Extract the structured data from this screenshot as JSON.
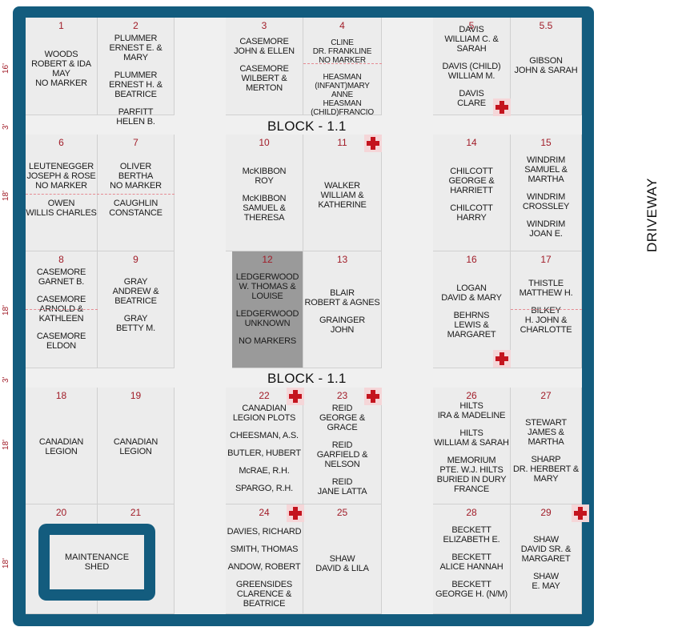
{
  "block_label": "BLOCK - 1.1",
  "driveway": "DRIVEWAY",
  "maintenance_shed": "MAINTENANCE\nSHED",
  "row_labels": {
    "r1": "16'",
    "g1": "3'",
    "r2": "18'",
    "r3": "18'",
    "g2": "3'",
    "r4": "18'",
    "r5": "18'"
  },
  "plots": {
    "p1": {
      "num": "1",
      "groups": [
        "WOODS\nROBERT & IDA MAY\nNO MARKER"
      ]
    },
    "p2": {
      "num": "2",
      "groups": [
        "PLUMMER\nERNEST E. & MARY",
        "PLUMMER\nERNEST H. &\nBEATRICE",
        "PARFITT\nHELEN B."
      ]
    },
    "p3": {
      "num": "3",
      "groups": [
        "CASEMORE\nJOHN & ELLEN",
        "CASEMORE\nWILBERT &\nMERTON"
      ]
    },
    "p4": {
      "num": "4",
      "groups": [
        "CLINE\nDR. FRANKLINE\nNO MARKER",
        "HEASMAN\n(INFANT)MARY ANNE\nHEASMAN\n(CHILD)FRANCIO"
      ]
    },
    "p5": {
      "num": "5",
      "groups": [
        "DAVIS\nWILLIAM C. &\nSARAH",
        "DAVIS (CHILD)\nWILLIAM M.",
        "DAVIS\nCLARE"
      ]
    },
    "p55": {
      "num": "5.5",
      "groups": [
        "GIBSON\nJOHN & SARAH"
      ]
    },
    "p6": {
      "num": "6",
      "groups": [
        "LEUTENEGGER\nJOSEPH & ROSE\nNO MARKER",
        "OWEN\nWILLIS CHARLES"
      ]
    },
    "p7": {
      "num": "7",
      "groups": [
        "OLIVER\nBERTHA\nNO MARKER",
        "CAUGHLIN\nCONSTANCE"
      ]
    },
    "p10": {
      "num": "10",
      "groups": [
        "McKIBBON\nROY",
        "McKIBBON\nSAMUEL &\nTHERESA"
      ]
    },
    "p11": {
      "num": "11",
      "groups": [
        "WALKER\nWILLIAM &\nKATHERINE"
      ]
    },
    "p14": {
      "num": "14",
      "groups": [
        "CHILCOTT\nGEORGE &\nHARRIETT",
        "CHILCOTT\nHARRY"
      ]
    },
    "p15": {
      "num": "15",
      "groups": [
        "WINDRIM\nSAMUEL & MARTHA",
        "WINDRIM\nCROSSLEY",
        "WINDRIM\nJOAN E."
      ]
    },
    "p8": {
      "num": "8",
      "groups": [
        "CASEMORE\nGARNET B.",
        "CASEMORE\nARNOLD &\nKATHLEEN",
        "CASEMORE\nELDON"
      ]
    },
    "p9": {
      "num": "9",
      "groups": [
        "GRAY\nANDREW &\nBEATRICE",
        "GRAY\nBETTY M."
      ]
    },
    "p12": {
      "num": "12",
      "groups": [
        "LEDGERWOOD\nW. THOMAS &\nLOUISE",
        "LEDGERWOOD\nUNKNOWN",
        "NO MARKERS"
      ]
    },
    "p13": {
      "num": "13",
      "groups": [
        "BLAIR\nROBERT & AGNES",
        "GRAINGER\nJOHN"
      ]
    },
    "p16": {
      "num": "16",
      "groups": [
        "LOGAN\nDAVID & MARY",
        "BEHRNS\nLEWIS &\nMARGARET"
      ]
    },
    "p17": {
      "num": "17",
      "groups": [
        "THISTLE\nMATTHEW H.",
        "BILKEY\nH. JOHN &\nCHARLOTTE"
      ]
    },
    "p18": {
      "num": "18",
      "groups": [
        "CANADIAN\nLEGION"
      ]
    },
    "p19": {
      "num": "19",
      "groups": [
        "CANADIAN\nLEGION"
      ]
    },
    "p22": {
      "num": "22",
      "groups": [
        "CANADIAN\nLEGION PLOTS",
        "CHEESMAN, A.S.",
        "BUTLER, HUBERT",
        "McRAE, R.H.",
        "SPARGO, R.H."
      ]
    },
    "p23": {
      "num": "23",
      "groups": [
        "REID\nGEORGE & GRACE",
        "REID\nGARFIELD &\nNELSON",
        "REID\nJANE LATTA"
      ]
    },
    "p26": {
      "num": "26",
      "groups": [
        "HILTS\nIRA & MADELINE",
        "HILTS\nWILLIAM & SARAH",
        "MEMORIUM\nPTE. W.J. HILTS\nBURIED IN DURY\nFRANCE"
      ]
    },
    "p27": {
      "num": "27",
      "groups": [
        "STEWART\nJAMES & MARTHA",
        "SHARP\nDR. HERBERT &\nMARY"
      ]
    },
    "p20": {
      "num": "20",
      "groups": []
    },
    "p21": {
      "num": "21",
      "groups": []
    },
    "p24": {
      "num": "24",
      "groups": [
        "DAVIES, RICHARD",
        "SMITH, THOMAS",
        "ANDOW, ROBERT",
        "GREENSIDES\nCLARENCE &\nBEATRICE"
      ]
    },
    "p25": {
      "num": "25",
      "groups": [
        "SHAW\nDAVID & LILA"
      ]
    },
    "p28": {
      "num": "28",
      "groups": [
        "BECKETT\nELIZABETH E.",
        "BECKETT\nALICE HANNAH",
        "BECKETT\nGEORGE H. (N/M)"
      ]
    },
    "p29": {
      "num": "29",
      "groups": [
        "SHAW\nDAVID SR. &\nMARGARET",
        "SHAW\nE. MAY"
      ]
    }
  }
}
